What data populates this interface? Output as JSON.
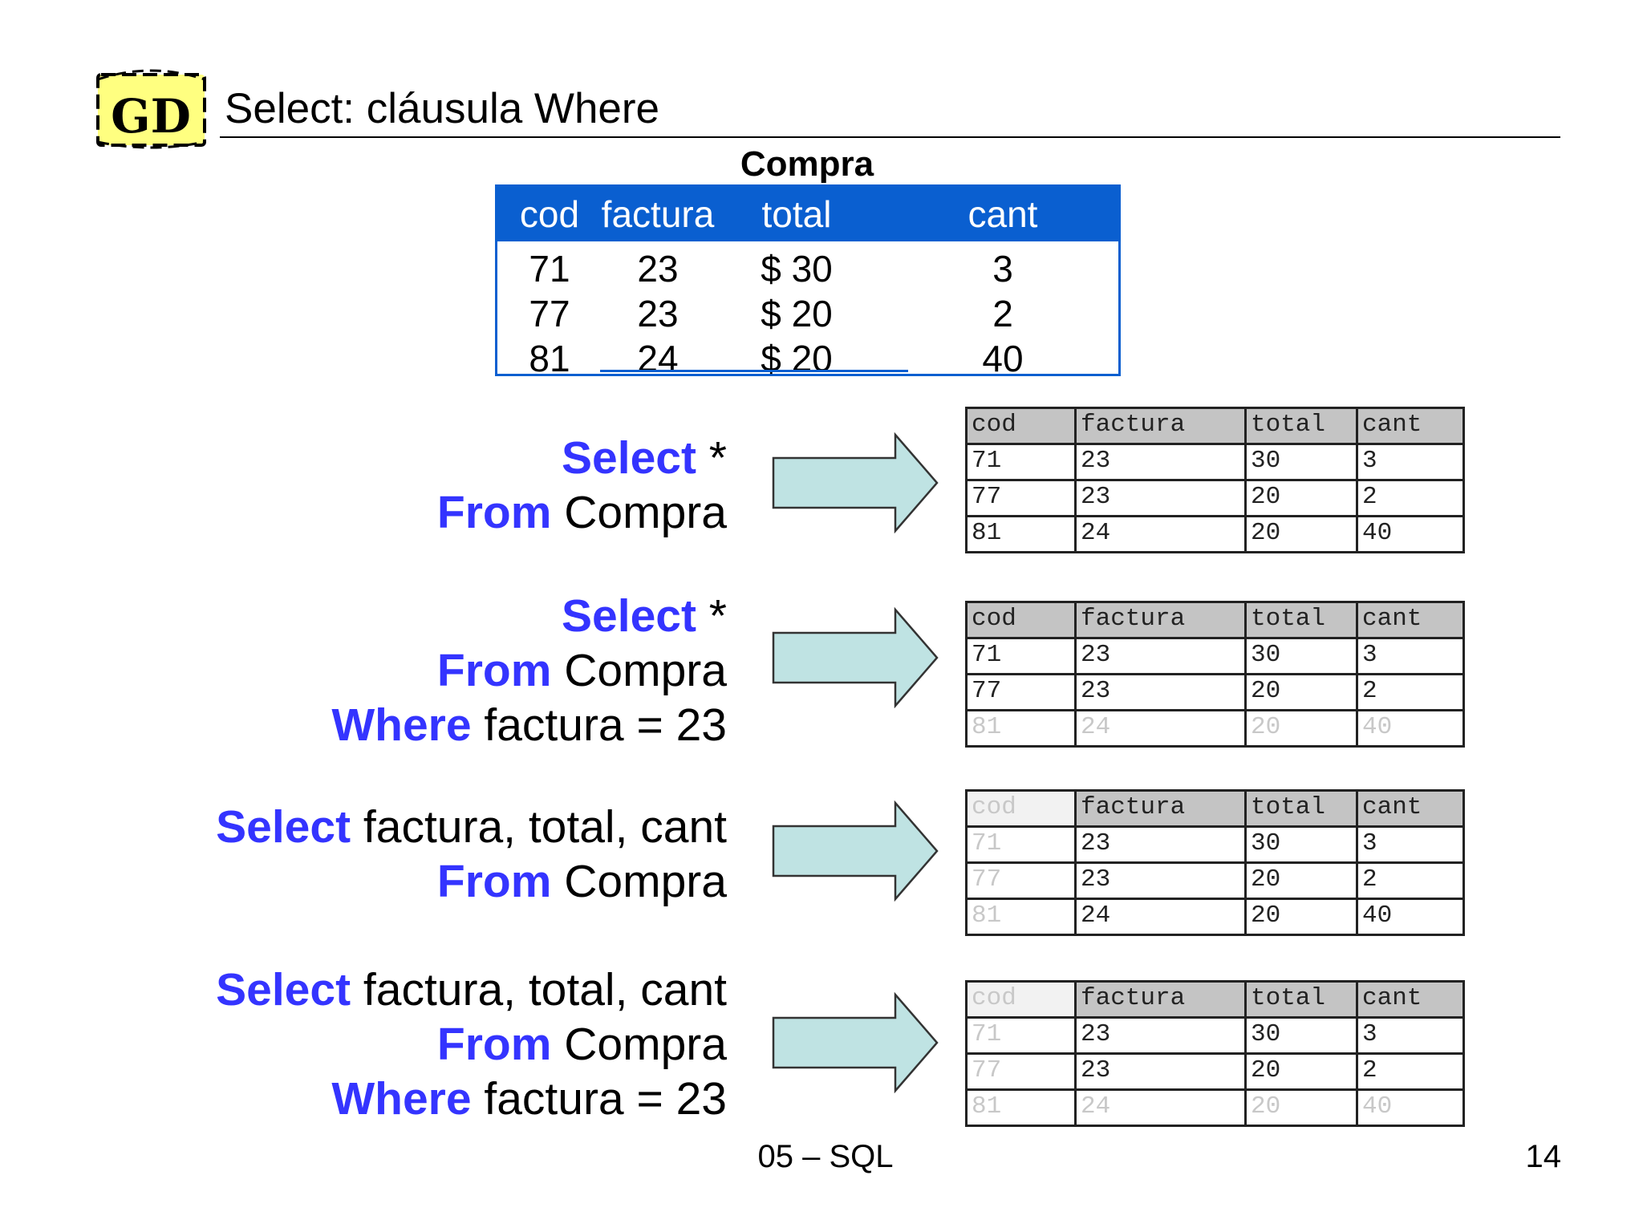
{
  "slide": {
    "logo_text": "GD",
    "title": "Select: cláusula Where",
    "footer_center": "05 – SQL",
    "page_number": "14"
  },
  "compra": {
    "caption": "Compra",
    "headers": [
      "cod",
      "factura",
      "total",
      "cant"
    ],
    "rows": [
      [
        "71",
        "23",
        "$ 30",
        "3"
      ],
      [
        "77",
        "23",
        "$ 20",
        "2"
      ],
      [
        "81",
        "24",
        "$ 20",
        "40"
      ]
    ]
  },
  "queries": [
    {
      "lines": [
        {
          "kw": "Select",
          "rest": " *"
        },
        {
          "kw": "From",
          "rest": " Compra"
        }
      ],
      "result": {
        "headers": [
          "cod",
          "factura",
          "total",
          "cant"
        ],
        "rows": [
          [
            "71",
            "23",
            "30",
            "3"
          ],
          [
            "77",
            "23",
            "20",
            "2"
          ],
          [
            "81",
            "24",
            "20",
            "40"
          ]
        ],
        "dim_columns": [],
        "dim_rows": []
      }
    },
    {
      "lines": [
        {
          "kw": "Select",
          "rest": " *"
        },
        {
          "kw": "From",
          "rest": " Compra"
        },
        {
          "kw": "Where",
          "rest": " factura = 23"
        }
      ],
      "result": {
        "headers": [
          "cod",
          "factura",
          "total",
          "cant"
        ],
        "rows": [
          [
            "71",
            "23",
            "30",
            "3"
          ],
          [
            "77",
            "23",
            "20",
            "2"
          ],
          [
            "81",
            "24",
            "20",
            "40"
          ]
        ],
        "dim_columns": [],
        "dim_rows": [
          2
        ]
      }
    },
    {
      "lines": [
        {
          "kw": "Select",
          "rest": " factura, total, cant"
        },
        {
          "kw": "From",
          "rest": " Compra"
        }
      ],
      "result": {
        "headers": [
          "cod",
          "factura",
          "total",
          "cant"
        ],
        "rows": [
          [
            "71",
            "23",
            "30",
            "3"
          ],
          [
            "77",
            "23",
            "20",
            "2"
          ],
          [
            "81",
            "24",
            "20",
            "40"
          ]
        ],
        "dim_columns": [
          0
        ],
        "dim_rows": []
      }
    },
    {
      "lines": [
        {
          "kw": "Select",
          "rest": " factura, total, cant"
        },
        {
          "kw": "From",
          "rest": " Compra"
        },
        {
          "kw": "Where",
          "rest": " factura = 23"
        }
      ],
      "result": {
        "headers": [
          "cod",
          "factura",
          "total",
          "cant"
        ],
        "rows": [
          [
            "71",
            "23",
            "30",
            "3"
          ],
          [
            "77",
            "23",
            "20",
            "2"
          ],
          [
            "81",
            "24",
            "20",
            "40"
          ]
        ],
        "dim_columns": [
          0
        ],
        "dim_rows": [
          2
        ]
      }
    }
  ],
  "colors": {
    "keyword": "#3434ff",
    "compra_header": "#0a5fd0",
    "arrow_fill": "#bfe3e3",
    "logo_fill": "#ffff80"
  }
}
